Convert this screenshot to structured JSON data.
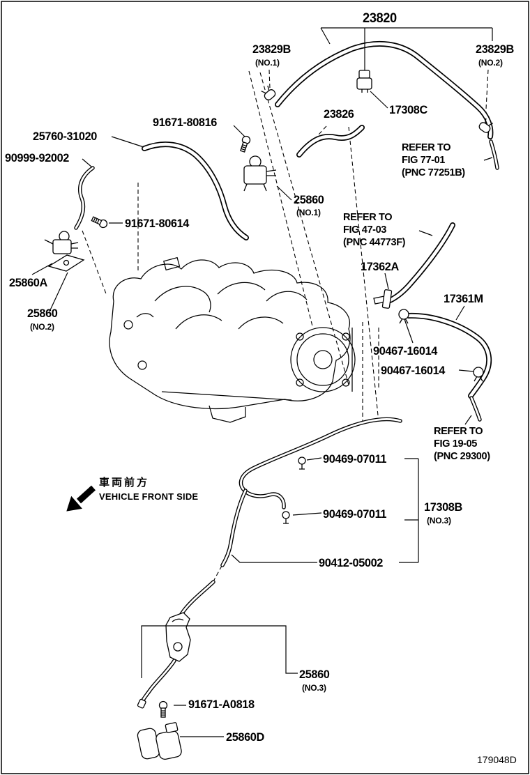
{
  "diagram": {
    "code": "179048D",
    "vehicle_front_jp": "車両前方",
    "vehicle_front_en": "VEHICLE FRONT SIDE"
  },
  "labels": {
    "p23820": "23820",
    "p23829B": "23829B",
    "p17308C": "17308C",
    "p23826": "23826",
    "p91671_80816": "91671-80816",
    "p25760_31020": "25760-31020",
    "p90999_92002": "90999-92002",
    "p25860": "25860",
    "p25860A": "25860A",
    "p25860D": "25860D",
    "p91671_80614": "91671-80614",
    "p17362A": "17362A",
    "p17361M": "17361M",
    "p90467_16014": "90467-16014",
    "p90469_07011": "90469-07011",
    "p17308B": "17308B",
    "p90412_05002": "90412-05002",
    "p91671_A0818": "91671-A0818",
    "no1": "(NO.1)",
    "no2": "(NO.2)",
    "no3": "(NO.3)"
  },
  "refers": {
    "fig7701": {
      "line1": "REFER TO",
      "line2": "FIG 77-01",
      "line3": "(PNC 77251B)"
    },
    "fig4703": {
      "line1": "REFER TO",
      "line2": "FIG 47-03",
      "line3": "(PNC 44773F)"
    },
    "fig1905": {
      "line1": "REFER TO",
      "line2": "FIG 19-05",
      "line3": "(PNC 29300)"
    }
  }
}
